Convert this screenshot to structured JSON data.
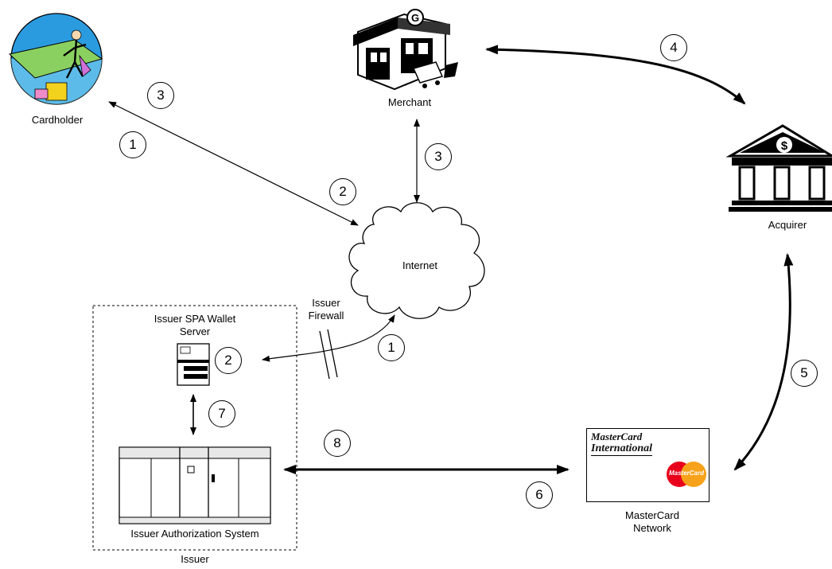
{
  "nodes": {
    "cardholder": "Cardholder",
    "merchant": "Merchant",
    "acquirer": "Acquirer",
    "internet": "Internet",
    "wallet_server_line1": "Issuer SPA Wallet",
    "wallet_server_line2": "Server",
    "firewall_line1": "Issuer",
    "firewall_line2": "Firewall",
    "auth_system": "Issuer Authorization System",
    "issuer": "Issuer",
    "mc_network_line1": "MasterCard",
    "mc_network_line2": "Network"
  },
  "card": {
    "line1": "MasterCard",
    "line2": "International",
    "logo_text": "MasterCard",
    "colors": {
      "red": "#e8001c",
      "yellow": "#f7a21b"
    }
  },
  "steps": {
    "s_cardholder_3": "3",
    "s_cardholder_1": "1",
    "s_cardholder_2": "2",
    "s_merchant_3": "3",
    "s_acquirer_4": "4",
    "s_wallet_2": "2",
    "s_firewall_1": "1",
    "s_issuer_7": "7",
    "s_issuer_8": "8",
    "s_network_6": "6",
    "s_acquirer_5": "5"
  }
}
